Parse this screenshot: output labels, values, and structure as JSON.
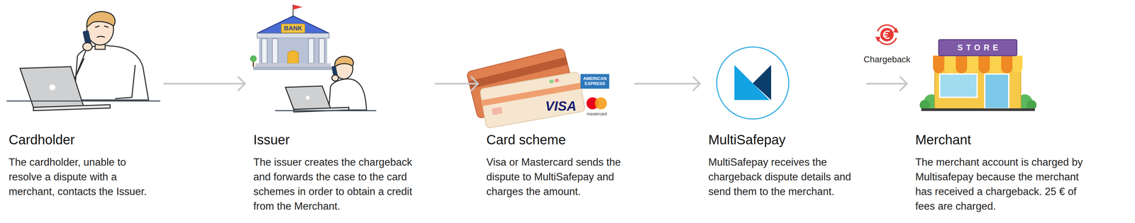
{
  "diagram": {
    "nodes": [
      {
        "text": [
          "Cardholder",
          "The cardholder, unable to resolve a dispute with a merchant, contacts the Issuer."
        ]
      },
      {
        "text": [
          "Issuer",
          "The issuer creates the chargeback and forwards the case to the card schemes in order to obtain a credit from the Merchant."
        ]
      },
      {
        "text": [
          "Card scheme",
          "Visa or Mastercard sends the dispute to MultiSafepay and charges the amount."
        ]
      },
      {
        "text": [
          "MultiSafepay",
          "MultiSafepay receives the chargeback dispute details and send them to the merchant."
        ]
      },
      {
        "text": [
          "Merchant",
          "The merchant account is charged by Multisafepay because the merchant has received a chargeback. 25 € of fees are charged."
        ]
      }
    ],
    "edges": [
      {
        "from": 0,
        "to": 1,
        "arrow": "to"
      },
      {
        "from": 1,
        "to": 2,
        "arrow": "to"
      },
      {
        "from": 2,
        "to": 3,
        "arrow": "to"
      },
      {
        "from": 3,
        "to": 4,
        "label": "Chargeback",
        "arrow": "to"
      }
    ],
    "labels": [
      "BANK",
      "AMERICAN EXPRESS",
      "VISA",
      "mastercard",
      "STORE"
    ]
  }
}
